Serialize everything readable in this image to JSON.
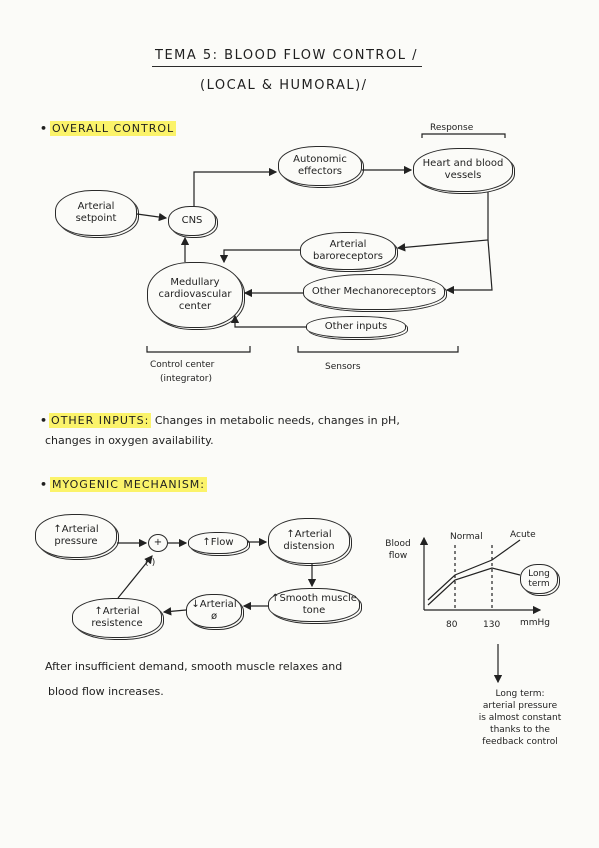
{
  "title": {
    "line1": "TEMA 5: BLOOD FLOW CONTROL /",
    "line2": "(LOCAL & HUMORAL)/"
  },
  "overall": {
    "heading": "OVERALL CONTROL",
    "response_label": "Response",
    "nodes": {
      "autonomic": "Autonomic effectors",
      "heart": "Heart and blood vessels",
      "setpoint": "Arterial setpoint",
      "cns": "CNS",
      "baroreceptors": "Arterial baroreceptors",
      "medullary": "Medullary cardiovascular center",
      "mechanoreceptors": "Other Mechanoreceptors",
      "other_inputs": "Other inputs"
    },
    "control_center_label": "Control center",
    "integrator_label": "(integrator)",
    "sensors_label": "Sensors"
  },
  "other_inputs": {
    "heading": "OTHER INPUTS:",
    "text_line1": "Changes in metabolic needs, changes in pH,",
    "text_line2": "changes in oxygen availability."
  },
  "myogenic": {
    "heading": "MYOGENIC MECHANISM:",
    "nodes": {
      "pressure": "↑Arterial pressure",
      "plus": "+",
      "minus": "(-)",
      "flow": "↑Flow",
      "distension": "↑Arterial distension",
      "smooth": "↑Smooth muscle tone",
      "diameter": "↓Arterial ø",
      "resistance": "↑Arterial resistence"
    },
    "graph": {
      "ylabel": "Blood flow",
      "normal": "Normal",
      "acute": "Acute",
      "long_term": "Long term",
      "x_unit": "mmHg",
      "ticks": [
        "80",
        "130"
      ]
    },
    "text_line1": "After insufficient demand, smooth muscle relaxes and",
    "text_line2": "blood flow increases.",
    "note": [
      "Long term:",
      "arterial pressure",
      "is almost constant",
      "thanks to the",
      "feedback control"
    ]
  }
}
